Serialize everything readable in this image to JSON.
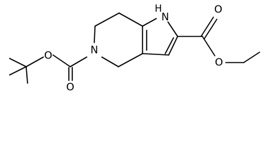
{
  "molecule": {
    "atoms": {
      "ring_nitrogen": "N",
      "pyrrole_nitrogen": "N",
      "pyrrole_hydrogen": "H",
      "boc_ester_oxygen": "O",
      "boc_carbonyl_oxygen": "O",
      "ethyl_carbonyl_oxygen": "O",
      "ethyl_ester_oxygen": "O"
    }
  }
}
